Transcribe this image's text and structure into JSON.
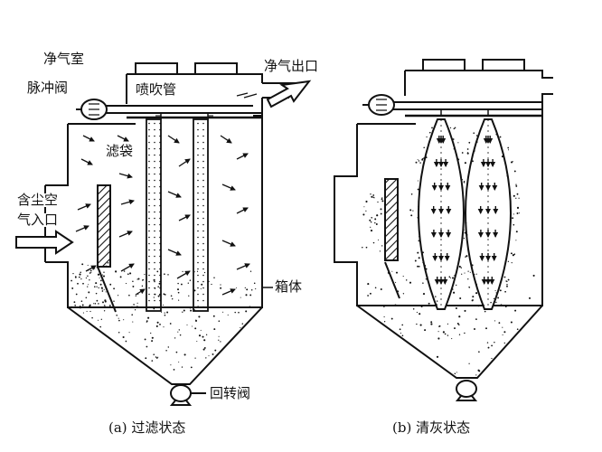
{
  "labels": {
    "clean_chamber": "净气室",
    "pulse_valve": "脉冲阀",
    "blow_pipe": "喷吹管",
    "clean_gas_outlet": "净气出口",
    "filter_bag": "滤袋",
    "dusty_inlet_line1": "含尘空",
    "dusty_inlet_line2": "气入口",
    "housing": "箱体",
    "rotary_valve": "回转阀"
  },
  "captions": {
    "filtering": "(a) 过滤状态",
    "cleaning": "(b) 清灰状态"
  },
  "colors": {
    "ink": "#111111",
    "background": "#ffffff"
  }
}
